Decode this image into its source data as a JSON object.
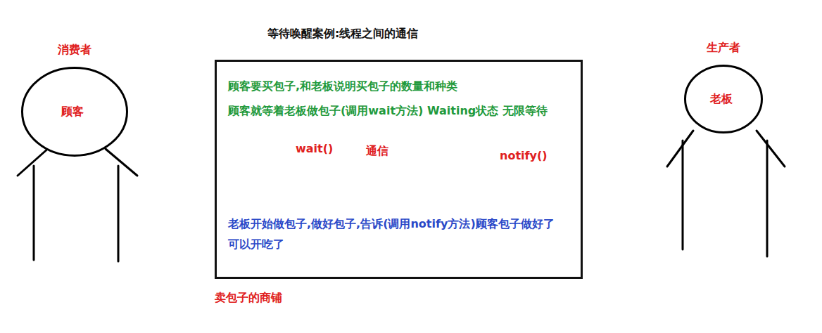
{
  "diagram": {
    "title": "等待唤醒案例:线程之间的通信",
    "nodes": [
      {
        "text": [
          "消费者",
          "顾客"
        ]
      },
      {
        "text": [
          "顾客要买包子,和老板说明买包子的数量和种类",
          "顾客就等着老板做包子(调用wait方法)  Waiting状态 无限等待",
          "老板开始做包子,做好包子,告诉(调用notify方法)顾客包子做好了 可以开吃了",
          "卖包子的商铺"
        ]
      },
      {
        "text": [
          "生产者",
          "老板"
        ]
      }
    ],
    "labels": [
      "wait()",
      "通信",
      "notify()"
    ]
  }
}
